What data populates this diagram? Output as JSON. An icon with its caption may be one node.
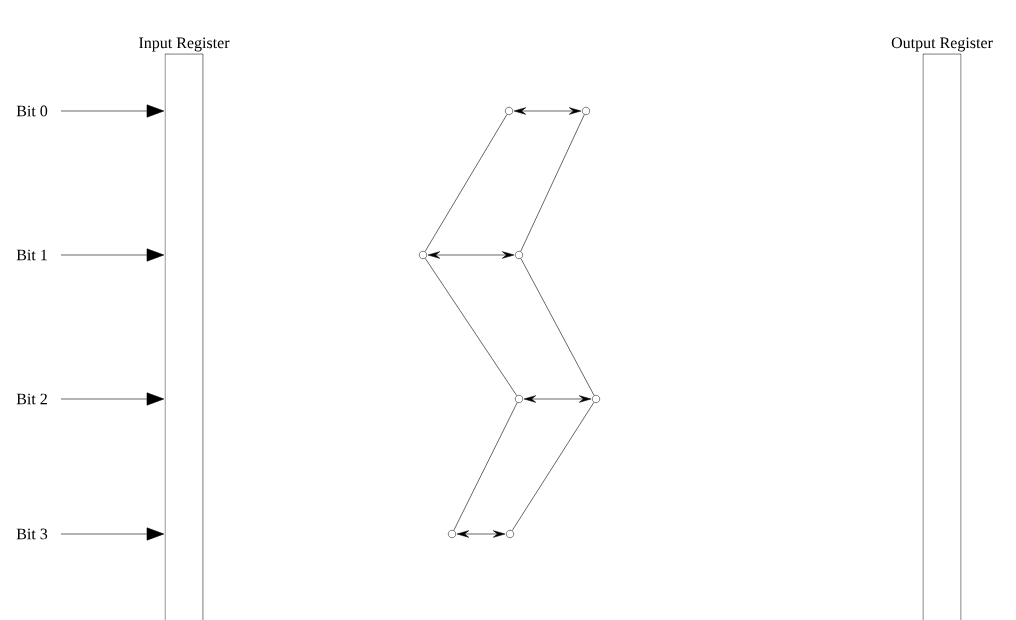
{
  "diagram": {
    "nodes": [
      {
        "text": [
          "Input Register"
        ]
      },
      {
        "text": [
          "Output Register"
        ]
      },
      {
        "text": [
          "Bit 0"
        ]
      },
      {
        "text": [
          "Bit 1"
        ]
      },
      {
        "text": [
          "Bit 2"
        ]
      },
      {
        "text": [
          "Bit 3"
        ]
      },
      {
        "text": [],
        "shape": "circle"
      },
      {
        "text": [],
        "shape": "circle"
      },
      {
        "text": [],
        "shape": "circle"
      },
      {
        "text": [],
        "shape": "circle"
      },
      {
        "text": [],
        "shape": "circle"
      },
      {
        "text": [],
        "shape": "circle"
      },
      {
        "text": [],
        "shape": "circle"
      },
      {
        "text": [],
        "shape": "circle"
      }
    ],
    "edges": [
      {
        "from": 2,
        "to": 0,
        "arrow": "to"
      },
      {
        "from": 3,
        "to": 0,
        "arrow": "to"
      },
      {
        "from": 4,
        "to": 0,
        "arrow": "to"
      },
      {
        "from": 5,
        "to": 0,
        "arrow": "to"
      },
      {
        "from": 6,
        "to": 7,
        "arrow": "both"
      },
      {
        "from": 8,
        "to": 9,
        "arrow": "both"
      },
      {
        "from": 10,
        "to": 11,
        "arrow": "both"
      },
      {
        "from": 12,
        "to": 13,
        "arrow": "both"
      },
      {
        "from": 6,
        "to": 8,
        "arrow": "none"
      },
      {
        "from": 7,
        "to": 9,
        "arrow": "none"
      },
      {
        "from": 8,
        "to": 10,
        "arrow": "none"
      },
      {
        "from": 9,
        "to": 11,
        "arrow": "none"
      },
      {
        "from": 10,
        "to": 12,
        "arrow": "none"
      },
      {
        "from": 11,
        "to": 13,
        "arrow": "none"
      }
    ]
  }
}
